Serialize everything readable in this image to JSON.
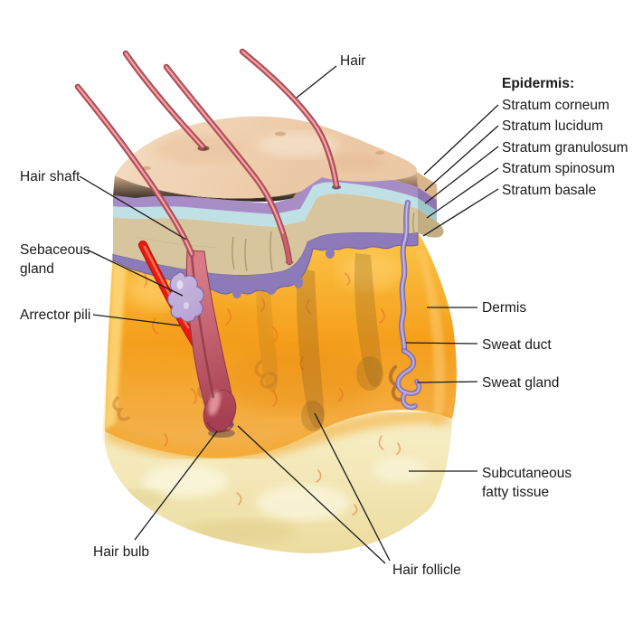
{
  "figure": {
    "type": "anatomical-diagram",
    "subject": "Human skin cross-section 3D cutaway",
    "background": "#ffffff"
  },
  "colors": {
    "label_text": "#1a1a1a",
    "leader_line": "#1a1a1a",
    "hair": "#c95f68",
    "hair_highlight": "#f3b3b4",
    "hair_dark": "#a34853",
    "stratum_corneum_top": "#f4dcc2",
    "stratum_corneum_face": "#e2bb94",
    "stratum_lucidum": "#a78dc5",
    "stratum_granulosum": "#bfe0e4",
    "stratum_spinosum": "#d7c59e",
    "stratum_basale": "#8d7ab9",
    "dermis_light": "#fcc648",
    "dermis_deep": "#f59e1b",
    "subcutis_light": "#f8f0ca",
    "subcutis_deep": "#ecdc9e",
    "arrector_pili": "#ec1b10",
    "sebaceous_gland": "#b6a2d6",
    "sweat_apparatus": "#9d8bc6",
    "hair_follicle_pink": "#d97c88",
    "hair_bulb_deep": "#a63f51",
    "ghost_follicle": "#8a5d20",
    "vessel": "#e8611f"
  },
  "labels": {
    "hair": "Hair",
    "epidermis_header": "Epidermis:",
    "stratum_corneum": "Stratum corneum",
    "stratum_lucidum": "Stratum lucidum",
    "stratum_granulosum": "Stratum granulosum",
    "stratum_spinosum": "Stratum spinosum",
    "stratum_basale": "Stratum basale",
    "hair_shaft": "Hair shaft",
    "sebaceous_gland_line1": "Sebaceous",
    "sebaceous_gland_line2": "gland",
    "arrector_pili": "Arrector pili",
    "dermis": "Dermis",
    "sweat_duct": "Sweat duct",
    "sweat_gland": "Sweat gland",
    "subcutaneous_line1": "Subcutaneous",
    "subcutaneous_line2": "fatty tissue",
    "hair_bulb": "Hair bulb",
    "hair_follicle": "Hair follicle"
  }
}
